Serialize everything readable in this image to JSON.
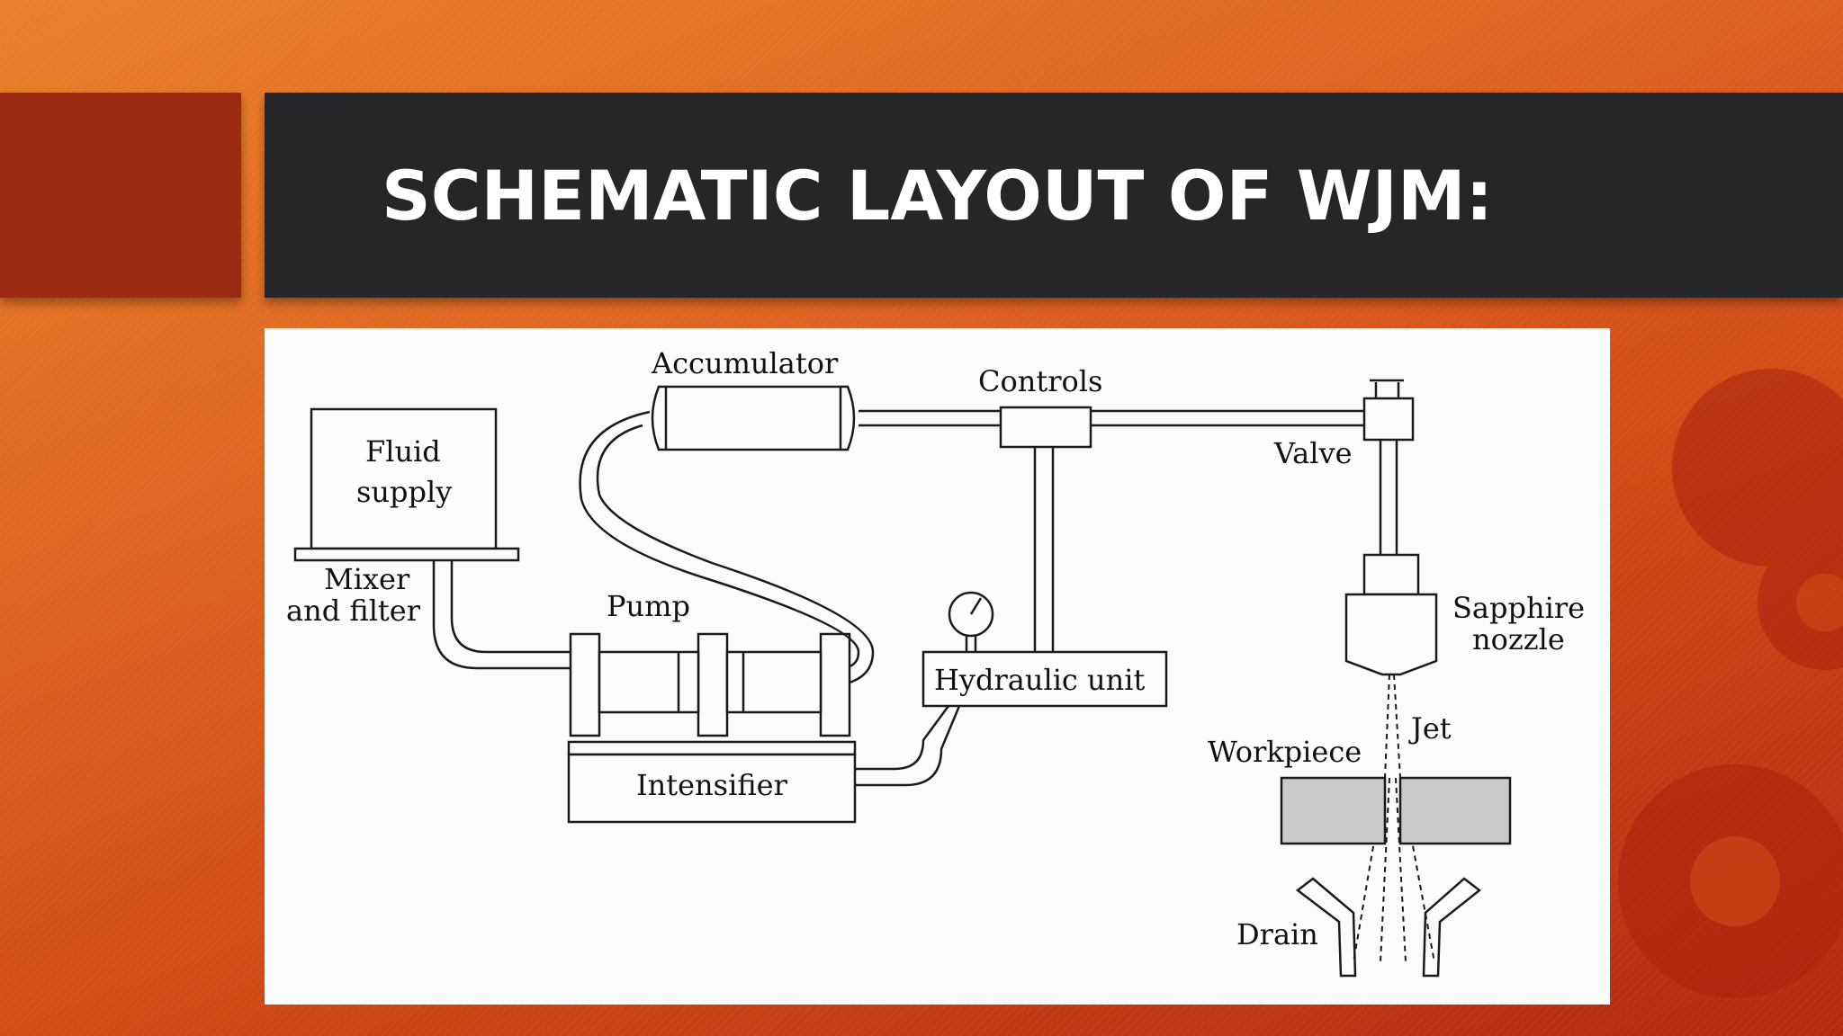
{
  "slide": {
    "title": "SCHEMATIC LAYOUT OF WJM:"
  },
  "colors": {
    "background_start": "#e9802a",
    "background_end": "#b5280f",
    "accent_block": "#9a2b12",
    "title_bar": "#262528",
    "title_text": "#ffffff"
  },
  "diagram": {
    "labels": {
      "accumulator": "Accumulator",
      "controls": "Controls",
      "valve": "Valve",
      "fluid_supply_line1": "Fluid",
      "fluid_supply_line2": "supply",
      "mixer_line1": "Mixer",
      "mixer_line2": "and filter",
      "pump": "Pump",
      "hydraulic_unit": "Hydraulic unit",
      "intensifier": "Intensifier",
      "sapphire_line1": "Sapphire",
      "sapphire_line2": "nozzle",
      "jet": "Jet",
      "workpiece": "Workpiece",
      "drain": "Drain"
    }
  }
}
